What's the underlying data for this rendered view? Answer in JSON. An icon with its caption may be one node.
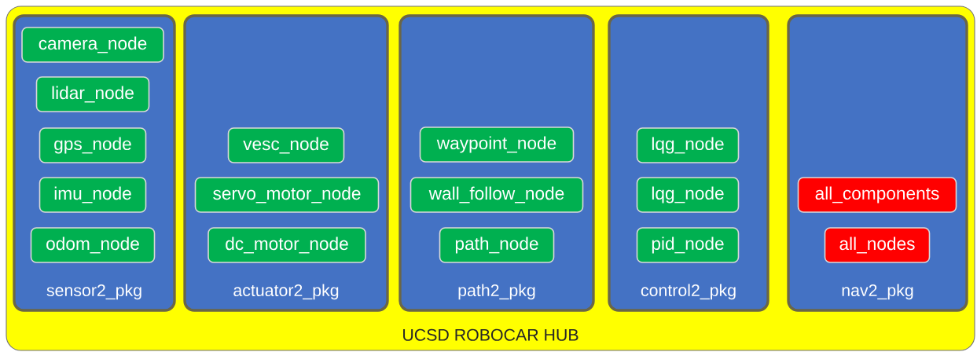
{
  "diagram": {
    "nodes": [
      {
        "text": [
          "UCSD ROBOCAR HUB"
        ]
      },
      {
        "text": [
          "sensor2_pkg"
        ],
        "in": 0
      },
      {
        "text": [
          "camera_node"
        ],
        "in": 1
      },
      {
        "text": [
          "lidar_node"
        ],
        "in": 1
      },
      {
        "text": [
          "gps_node"
        ],
        "in": 1
      },
      {
        "text": [
          "imu_node"
        ],
        "in": 1
      },
      {
        "text": [
          "odom_node"
        ],
        "in": 1
      },
      {
        "text": [
          "actuator2_pkg"
        ],
        "in": 0
      },
      {
        "text": [
          "vesc_node"
        ],
        "in": 7
      },
      {
        "text": [
          "servo_motor_node"
        ],
        "in": 7
      },
      {
        "text": [
          "dc_motor_node"
        ],
        "in": 7
      },
      {
        "text": [
          "path2_pkg"
        ],
        "in": 0
      },
      {
        "text": [
          "waypoint_node"
        ],
        "in": 11
      },
      {
        "text": [
          "wall_follow_node"
        ],
        "in": 11
      },
      {
        "text": [
          "path_node"
        ],
        "in": 11
      },
      {
        "text": [
          "control2_pkg"
        ],
        "in": 0
      },
      {
        "text": [
          "lqg_node"
        ],
        "in": 15
      },
      {
        "text": [
          "lqg_node"
        ],
        "in": 15
      },
      {
        "text": [
          "pid_node"
        ],
        "in": 15
      },
      {
        "text": [
          "nav2_pkg"
        ],
        "in": 0
      },
      {
        "text": [
          "all_components"
        ],
        "in": 19
      },
      {
        "text": [
          "all_nodes"
        ],
        "in": 19
      }
    ]
  }
}
